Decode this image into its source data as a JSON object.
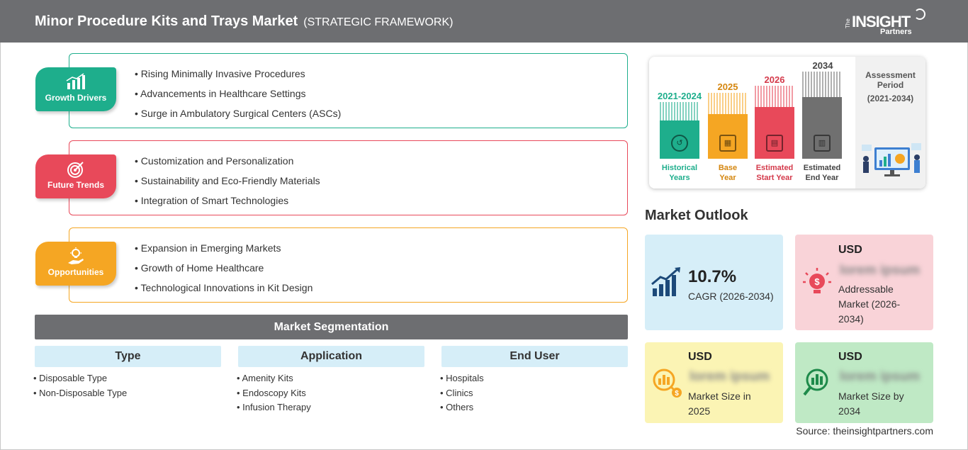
{
  "header": {
    "title": "Minor Procedure Kits and Trays Market",
    "subtitle": "(STRATEGIC FRAMEWORK)",
    "logo": {
      "the": "The",
      "insight": "INSIGHT",
      "partners": "Partners"
    }
  },
  "framework": [
    {
      "label": "Growth Drivers",
      "icon": "bar-chart-growth-icon",
      "color": "#1eae8c",
      "items": [
        "Rising Minimally Invasive Procedures",
        "Advancements in Healthcare Settings",
        "Surge in Ambulatory Surgical Centers (ASCs)"
      ]
    },
    {
      "label": "Future Trends",
      "icon": "target-icon",
      "color": "#e8495a",
      "items": [
        "Customization and Personalization",
        "Sustainability and Eco-Friendly Materials",
        "Integration of Smart Technologies"
      ]
    },
    {
      "label": "Opportunities",
      "icon": "lightbulb-hand-icon",
      "color": "#f5a623",
      "items": [
        "Expansion in Emerging Markets",
        "Growth of Home Healthcare",
        "Technological Innovations in Kit Design"
      ]
    }
  ],
  "segmentation": {
    "title": "Market Segmentation",
    "columns": [
      {
        "header": "Type",
        "items": [
          "Disposable Type",
          "Non-Disposable Type"
        ]
      },
      {
        "header": "Application",
        "items": [
          "Amenity Kits",
          "Endoscopy Kits",
          "Infusion Therapy"
        ]
      },
      {
        "header": "End User",
        "items": [
          "Hospitals",
          "Clinics",
          "Others"
        ]
      }
    ]
  },
  "timeline": {
    "periods": [
      {
        "year": "2021-2024",
        "label1": "Historical",
        "label2": "Years",
        "color": "#1eae8c"
      },
      {
        "year": "2025",
        "label1": "Base",
        "label2": "Year",
        "color": "#f5a623"
      },
      {
        "year": "2026",
        "label1": "Estimated",
        "label2": "Start Year",
        "color": "#e8495a"
      },
      {
        "year": "2034",
        "label1": "Estimated",
        "label2": "End Year",
        "color": "#707070"
      }
    ],
    "assessment_title": "Assessment Period",
    "assessment_range": "(2021-2034)"
  },
  "outlook": {
    "title": "Market Outlook",
    "cagr_value": "10.7%",
    "cagr_label": "CAGR (2026-2034)",
    "addressable": {
      "currency": "USD",
      "value": "lorem ipsum",
      "label": "Addressable Market (2026-2034)"
    },
    "size_2025": {
      "currency": "USD",
      "value": "lorem ipsum",
      "label": "Market Size in 2025"
    },
    "size_2034": {
      "currency": "USD",
      "value": "lorem ipsum",
      "label": "Market Size by 2034"
    }
  },
  "source": "Source: theinsightpartners.com"
}
